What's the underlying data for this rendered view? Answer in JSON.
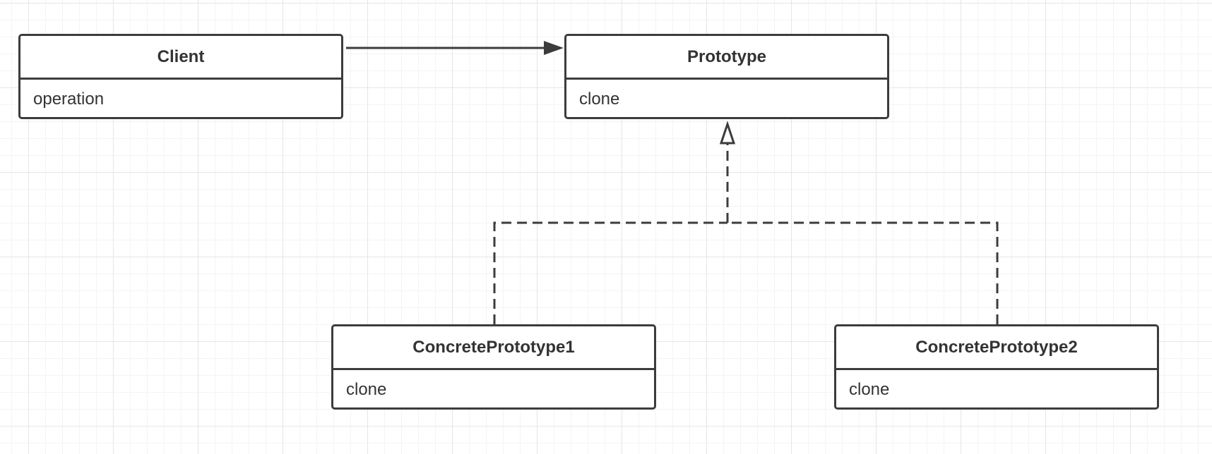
{
  "diagram": {
    "classes": [
      {
        "id": "client",
        "name": "Client",
        "operations": [
          "operation"
        ]
      },
      {
        "id": "prototype",
        "name": "Prototype",
        "operations": [
          "clone"
        ]
      },
      {
        "id": "concrete1",
        "name": "ConcretePrototype1",
        "operations": [
          "clone"
        ]
      },
      {
        "id": "concrete2",
        "name": "ConcretePrototype2",
        "operations": [
          "clone"
        ]
      }
    ],
    "relations": [
      {
        "type": "association",
        "from": "client",
        "to": "prototype"
      },
      {
        "type": "realization",
        "from": "concrete1",
        "to": "prototype"
      },
      {
        "type": "realization",
        "from": "concrete2",
        "to": "prototype"
      }
    ]
  },
  "colors": {
    "line": "#3c3c3c",
    "text": "#333333",
    "box_fill": "#ffffff",
    "grid": "#e6e6e6"
  }
}
